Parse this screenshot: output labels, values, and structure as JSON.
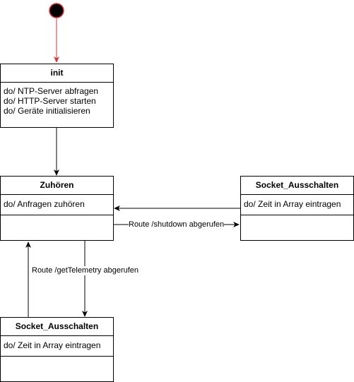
{
  "states": [
    {
      "id": "init",
      "title": "init",
      "activities": [
        "do/ NTP-Server abfragen",
        "do/ HTTP-Server starten",
        "do/ Geräte initialisieren"
      ]
    },
    {
      "id": "zuhoeren",
      "title": "Zuhören",
      "activities": [
        "do/ Anfragen zuhören"
      ]
    },
    {
      "id": "socket-right",
      "title": "Socket_Ausschalten",
      "activities": [
        "do/ Zeit in Array eintragen"
      ]
    },
    {
      "id": "socket-bottom",
      "title": "Socket_Ausschalten",
      "activities": [
        "do/ Zeit in Array eintragen"
      ]
    }
  ],
  "transitions": [
    {
      "from": "start",
      "to": "init",
      "label": "",
      "color": "#e03030"
    },
    {
      "from": "init",
      "to": "zuhoeren",
      "label": ""
    },
    {
      "from": "zuhoeren",
      "to": "socket-right",
      "label": "Route /shutdown abgerufen"
    },
    {
      "from": "socket-right",
      "to": "zuhoeren",
      "label": ""
    },
    {
      "from": "zuhoeren",
      "to": "socket-bottom",
      "label": "Route /getTelemetry abgerufen"
    },
    {
      "from": "socket-bottom",
      "to": "zuhoeren",
      "label": ""
    }
  ],
  "colors": {
    "start_fill": "#000000",
    "start_ring": "#e03030",
    "line": "#000000"
  }
}
